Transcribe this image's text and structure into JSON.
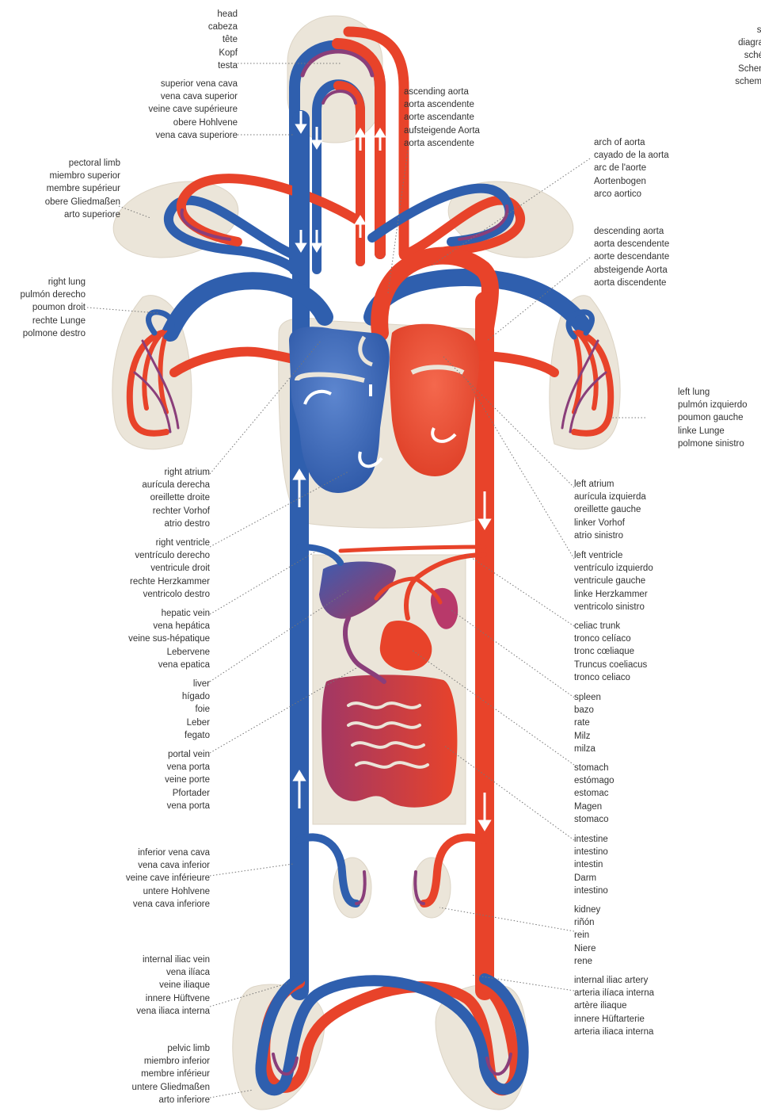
{
  "colors": {
    "venous": "#2f5fae",
    "arterial": "#e8432a",
    "mixed": "#8a3e7a",
    "tissue": "#ebe5d9",
    "tissue_edge": "#d9d1c2",
    "text": "#333333"
  },
  "title_block": {
    "lines": [
      "schema",
      "diagrama de",
      "schéma de",
      "Schema des",
      "schema della"
    ]
  },
  "labels": {
    "head": [
      "head",
      "cabeza",
      "tête",
      "Kopf",
      "testa"
    ],
    "superior_vena_cava": [
      "superior vena cava",
      "vena cava superior",
      "veine cave supérieure",
      "obere Hohlvene",
      "vena cava superiore"
    ],
    "pectoral_limb": [
      "pectoral limb",
      "miembro superior",
      "membre supérieur",
      "obere Gliedmaßen",
      "arto superiore"
    ],
    "right_lung": [
      "right lung",
      "pulmón derecho",
      "poumon droit",
      "rechte Lunge",
      "polmone destro"
    ],
    "ascending_aorta": [
      "ascending aorta",
      "aorta ascendente",
      "aorte ascendante",
      "aufsteigende Aorta",
      "aorta ascendente"
    ],
    "arch_of_aorta": [
      "arch of aorta",
      "cayado de la aorta",
      "arc de l'aorte",
      "Aortenbogen",
      "arco aortico"
    ],
    "descending_aorta": [
      "descending aorta",
      "aorta descendente",
      "aorte descendante",
      "absteigende Aorta",
      "aorta discendente"
    ],
    "left_lung": [
      "left lung",
      "pulmón izquierdo",
      "poumon gauche",
      "linke Lunge",
      "polmone sinistro"
    ],
    "right_atrium": [
      "right atrium",
      "aurícula derecha",
      "oreillette droite",
      "rechter Vorhof",
      "atrio destro"
    ],
    "right_ventricle": [
      "right ventricle",
      "ventrículo derecho",
      "ventricule droit",
      "rechte Herzkammer",
      "ventricolo destro"
    ],
    "hepatic_vein": [
      "hepatic vein",
      "vena hepática",
      "veine sus-hépatique",
      "Lebervene",
      "vena epatica"
    ],
    "liver": [
      "liver",
      "hígado",
      "foie",
      "Leber",
      "fegato"
    ],
    "portal_vein": [
      "portal vein",
      "vena porta",
      "veine porte",
      "Pfortader",
      "vena porta"
    ],
    "inferior_vena_cava": [
      "inferior vena cava",
      "vena cava inferior",
      "veine cave inférieure",
      "untere Hohlvene",
      "vena cava inferiore"
    ],
    "internal_iliac_vein": [
      "internal iliac vein",
      "vena ilíaca",
      "veine iliaque",
      "innere Hüftvene",
      "vena iliaca interna"
    ],
    "pelvic_limb": [
      "pelvic limb",
      "miembro inferior",
      "membre inférieur",
      "untere Gliedmaßen",
      "arto inferiore"
    ],
    "left_atrium": [
      "left atrium",
      "aurícula izquierda",
      "oreillette gauche",
      "linker Vorhof",
      "atrio sinistro"
    ],
    "left_ventricle": [
      "left ventricle",
      "ventrículo izquierdo",
      "ventricule gauche",
      "linke Herzkammer",
      "ventricolo sinistro"
    ],
    "celiac_trunk": [
      "celiac trunk",
      "tronco celíaco",
      "tronc cœliaque",
      "Truncus coeliacus",
      "tronco celiaco"
    ],
    "spleen": [
      "spleen",
      "bazo",
      "rate",
      "Milz",
      "milza"
    ],
    "stomach": [
      "stomach",
      "estómago",
      "estomac",
      "Magen",
      "stomaco"
    ],
    "intestine": [
      "intestine",
      "intestino",
      "intestin",
      "Darm",
      "intestino"
    ],
    "kidney": [
      "kidney",
      "riñón",
      "rein",
      "Niere",
      "rene"
    ],
    "internal_iliac_artery": [
      "internal iliac artery",
      "arteria ilíaca interna",
      "artère iliaque",
      "innere Hüftarterie",
      "arteria iliaca interna"
    ]
  }
}
